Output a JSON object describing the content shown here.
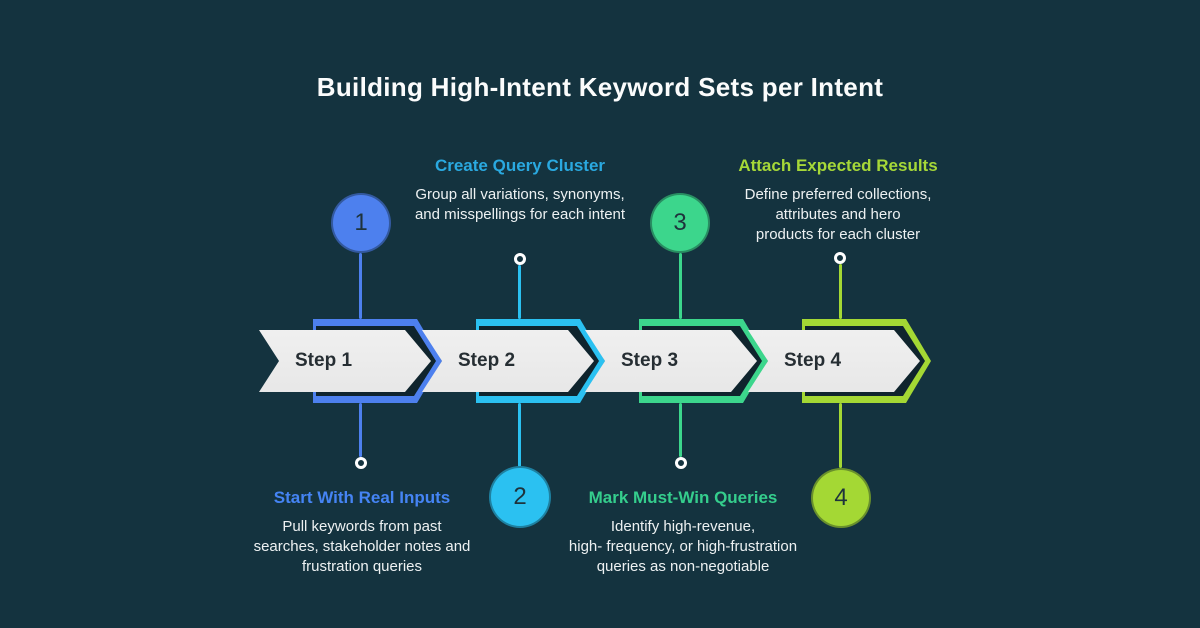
{
  "title": "Building High-Intent Keyword Sets per Intent",
  "colors": {
    "background": "#14333f",
    "arrow_fill": "#e9e9e9",
    "arrow_outline": "#0f242d",
    "step_label_text": "#262e33",
    "body_text": "#edf1f2",
    "title_text": "#fbfcfc",
    "connector_dot_ring": "#ffffff"
  },
  "steps": [
    {
      "label": "Step 1",
      "number": "1",
      "accent_color": "#4d80ee",
      "heading": "Start With Real Inputs",
      "heading_color": "#4584f4",
      "description": "Pull keywords from past\nsearches, stakeholder notes and\nfrustration queries",
      "number_position": "top",
      "callout_position": "bottom"
    },
    {
      "label": "Step 2",
      "number": "2",
      "accent_color": "#2bc1f1",
      "heading": "Create Query Cluster",
      "heading_color": "#2aa9e0",
      "description": "Group all variations, synonyms,\nand misspellings for each intent",
      "number_position": "bottom",
      "callout_position": "top"
    },
    {
      "label": "Step 3",
      "number": "3",
      "accent_color": "#3cd68c",
      "heading": "Mark Must-Win Queries",
      "heading_color": "#35ce8d",
      "description": "Identify high-revenue,\nhigh- frequency, or high-frustration\nqueries as non-negotiable",
      "number_position": "top",
      "callout_position": "bottom"
    },
    {
      "label": "Step 4",
      "number": "4",
      "accent_color": "#a4d834",
      "heading": "Attach Expected Results",
      "heading_color": "#a6d838",
      "description": "Define preferred collections,\nattributes and hero\nproducts for each cluster",
      "number_position": "bottom",
      "callout_position": "top"
    }
  ]
}
